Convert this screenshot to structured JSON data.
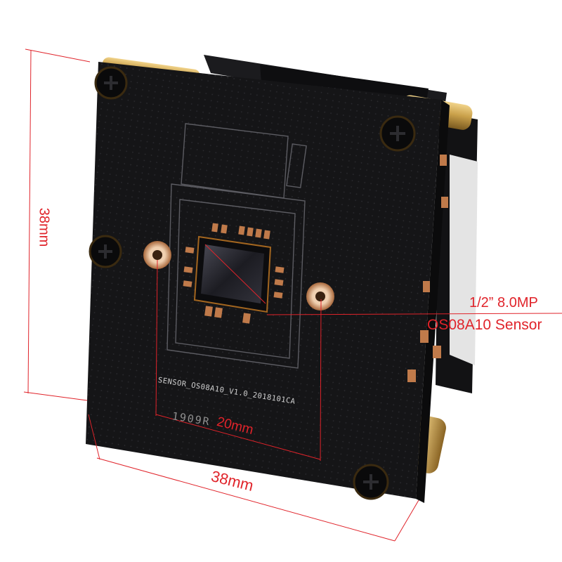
{
  "annotations": {
    "height_label": "38mm",
    "width_label": "38mm",
    "mount_spacing_label": "20mm",
    "sensor_format_label": "1/2”  8.0MP",
    "sensor_model_label": "OS08A10 Sensor"
  },
  "pcb": {
    "silkscreen_text": "SENSOR_OS08A10_V1.0_2018101CA",
    "board_code": "1909R"
  },
  "colors": {
    "annotation": "#e0232a",
    "pcb": "#151517",
    "brass": "#c9a04a",
    "copper_pad": "#c98a5a"
  }
}
